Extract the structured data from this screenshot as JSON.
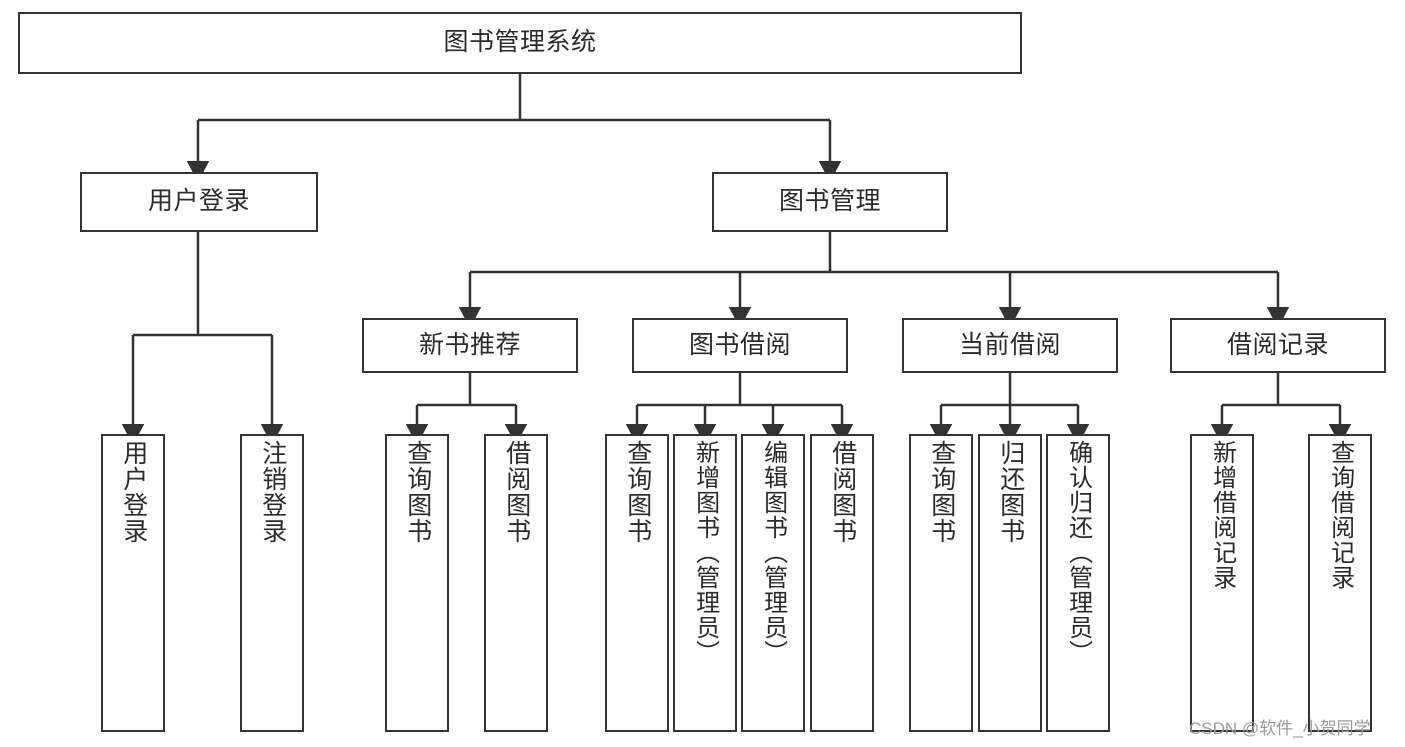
{
  "diagram": {
    "title": "图书管理系统",
    "type": "tree-structure-chart",
    "colors": {
      "background": "#ffffff",
      "box_border": "#333333",
      "box_fill": "#ffffff",
      "text": "#2b2b2b",
      "connector": "#333333",
      "watermark": "#9a9a9a"
    },
    "root": {
      "label": "图书管理系统"
    },
    "level2": [
      {
        "label": "用户登录"
      },
      {
        "label": "图书管理"
      }
    ],
    "level3": [
      {
        "label": "新书推荐"
      },
      {
        "label": "图书借阅"
      },
      {
        "label": "当前借阅"
      },
      {
        "label": "借阅记录"
      }
    ],
    "leaves": {
      "user_login": [
        {
          "label": "用户登录"
        },
        {
          "label": "注销登录"
        }
      ],
      "new_book_recommend": [
        {
          "label": "查询图书"
        },
        {
          "label": "借阅图书"
        }
      ],
      "book_borrow": [
        {
          "label": "查询图书"
        },
        {
          "label": "新增图书（管理员）"
        },
        {
          "label": "编辑图书（管理员）"
        },
        {
          "label": "借阅图书"
        }
      ],
      "current_borrow": [
        {
          "label": "查询图书"
        },
        {
          "label": "归还图书"
        },
        {
          "label": "确认归还（管理员）"
        }
      ],
      "borrow_record": [
        {
          "label": "新增借阅记录"
        },
        {
          "label": "查询借阅记录"
        }
      ]
    }
  },
  "watermark": {
    "text": "CSDN @软件_小贺同学"
  }
}
